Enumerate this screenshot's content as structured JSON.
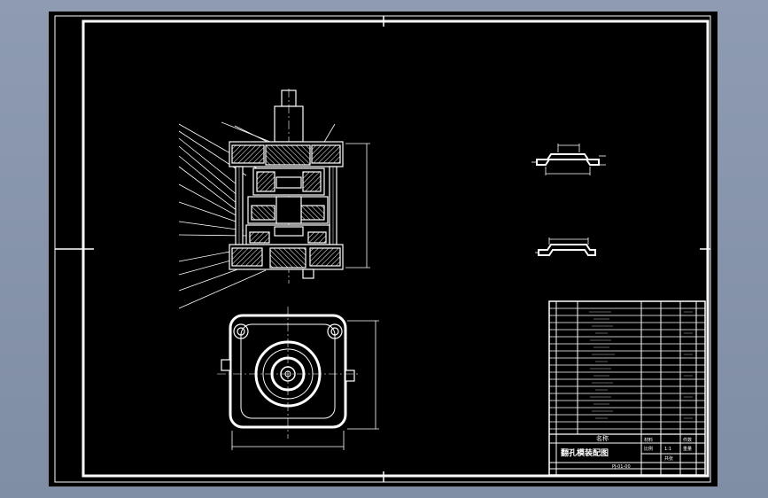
{
  "drawing": {
    "title_block": {
      "assembly_title": "翻孔模装配图",
      "drawing_number": "PJ-01-00",
      "designation_header": "名称",
      "scale_value": "1:1",
      "scale_label": "比例",
      "weight_label": "重量",
      "material_label": "材料",
      "quantity_label": "件数",
      "sheet_label": "共张"
    },
    "colors": {
      "background": "#000000",
      "frame": "#ffffff",
      "outer_border": "#ffffff",
      "viewport_bg": "#8e9bb1"
    }
  }
}
